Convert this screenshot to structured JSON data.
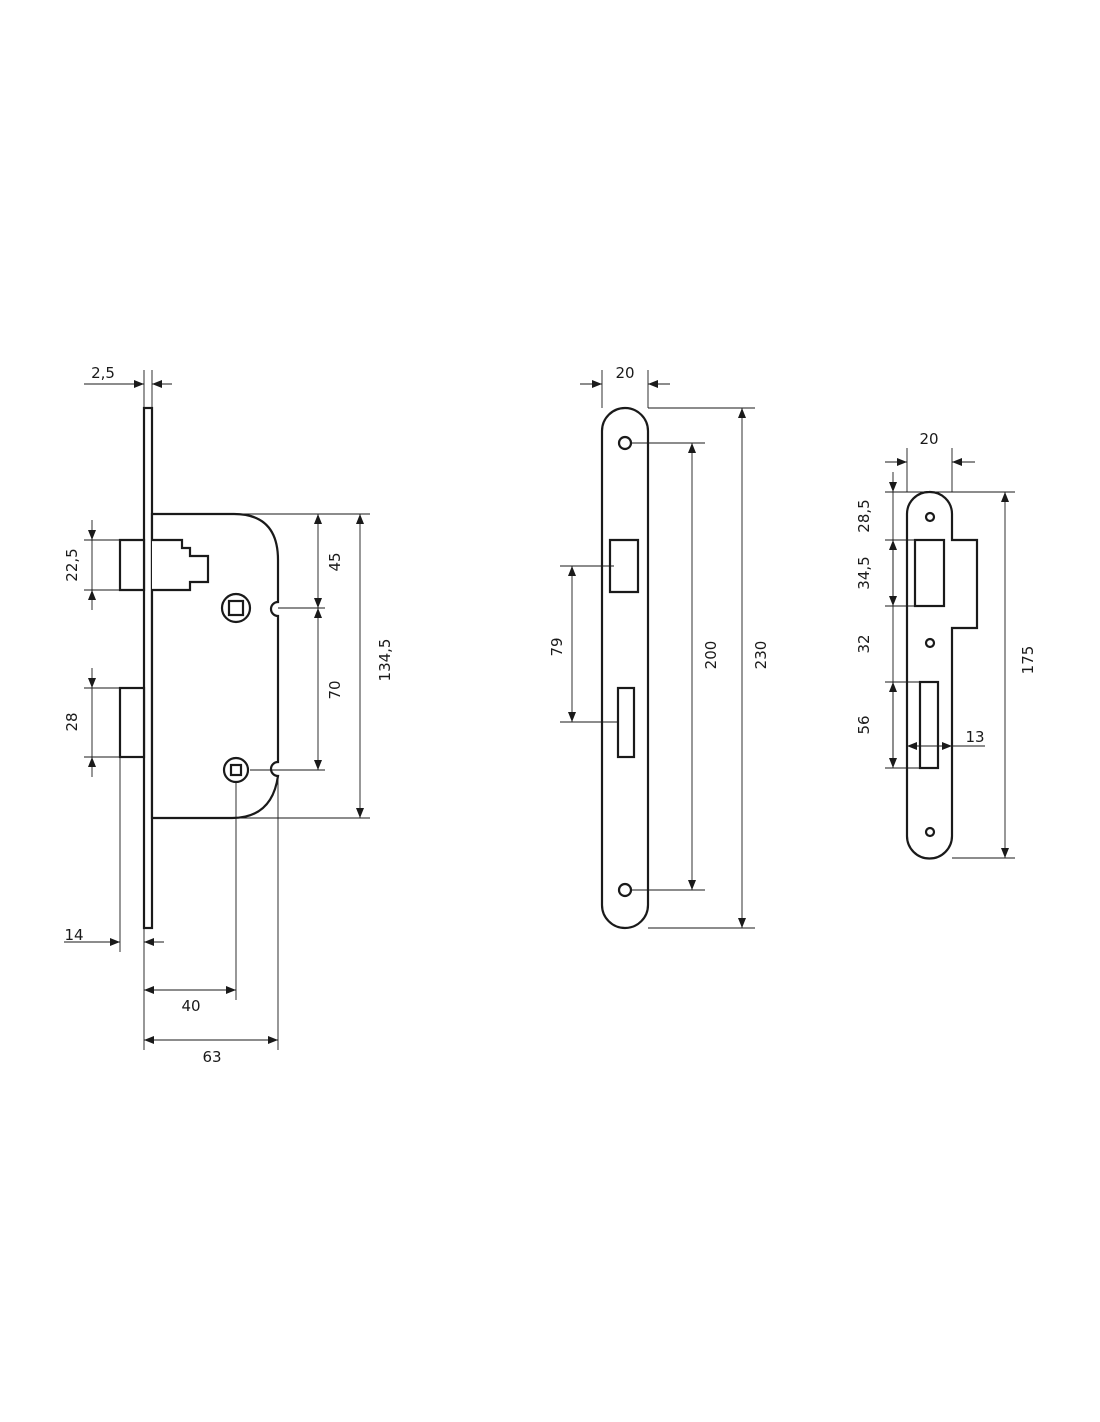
{
  "lock_body": {
    "faceplate_thickness": "2,5",
    "latch_height": "22,5",
    "bolt_height": "28",
    "top_to_follower": "45",
    "follower_to_keyhole": "70",
    "body_height": "134,5",
    "bolt_throw": "14",
    "backset": "40",
    "body_depth": "63"
  },
  "faceplate": {
    "width": "20",
    "latch_to_bolt": "79",
    "screw_spacing": "200",
    "length": "230"
  },
  "strike_plate": {
    "width": "20",
    "top_to_latch": "28,5",
    "latch_opening": "34,5",
    "latch_to_bolt": "32",
    "bolt_opening": "56",
    "bolt_opening_width": "13",
    "length": "175"
  },
  "colors": {
    "line": "#1a1a1a",
    "background": "#ffffff"
  }
}
